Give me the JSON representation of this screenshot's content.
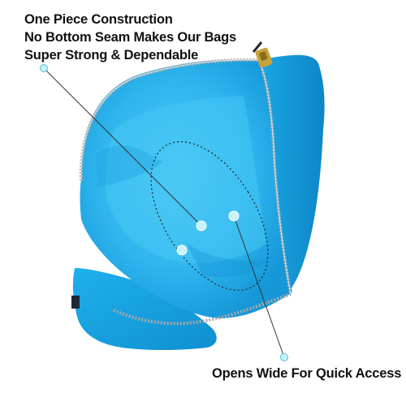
{
  "callout_top": {
    "line1": "One Piece Construction",
    "line2": "No Bottom Seam Makes Our Bags",
    "line3": "Super Strong & Dependable"
  },
  "callout_bottom": {
    "text": "Opens Wide For Quick Access"
  },
  "colors": {
    "bag_blue": "#1aa7e6",
    "bag_inner": "#3cc0f2",
    "zipper": "#b8b8b8",
    "zipper_pull": "#c9a23a",
    "callout_dot": "#b6eefa",
    "text": "#111111"
  },
  "icons": {
    "callout_marker": "circle-dot-icon",
    "zipper_pull": "zipper-pull-icon"
  }
}
